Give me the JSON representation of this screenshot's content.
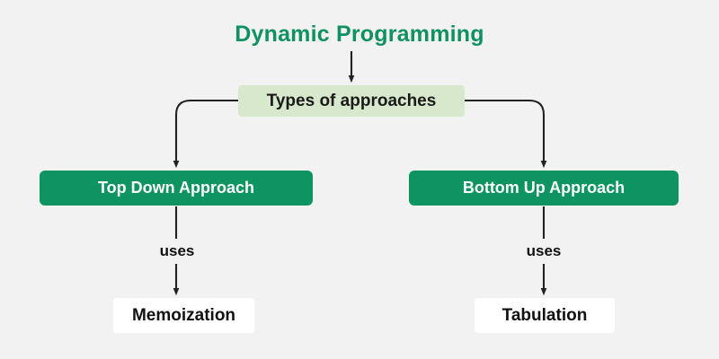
{
  "diagram": {
    "title": "Dynamic Programming",
    "background_color": "#f2f2f2",
    "colors": {
      "title_green": "#0f9161",
      "solid_green": "#0d9460",
      "light_green": "#d8e8cc",
      "white_box": "#ffffff",
      "text_dark": "#111111",
      "text_light": "#ffffff",
      "connector": "#222222"
    },
    "nodes": {
      "root": {
        "label": "Types of approaches"
      },
      "left_branch": {
        "label": "Top Down Approach"
      },
      "right_branch": {
        "label": "Bottom Up Approach"
      },
      "left_leaf": {
        "label": "Memoization"
      },
      "right_leaf": {
        "label": "Tabulation"
      }
    },
    "edge_labels": {
      "left_uses": "uses",
      "right_uses": "uses"
    }
  }
}
